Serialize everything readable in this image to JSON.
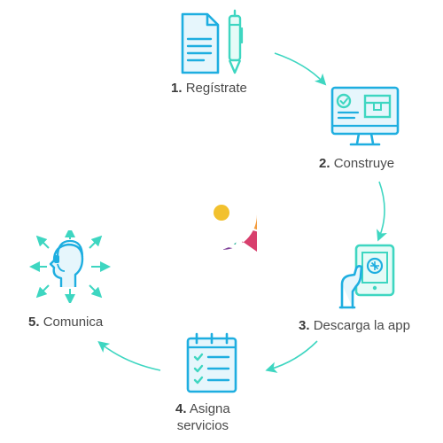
{
  "colors": {
    "primary": "#1eaee0",
    "accent": "#3ed6c1",
    "text": "#4a4a4a",
    "logo": [
      "#f2c12e",
      "#e94e3c",
      "#2e9bd6",
      "#8bc53f",
      "#7e3f98",
      "#f39c3d",
      "#2bb39a",
      "#d83f6d"
    ]
  },
  "steps": [
    {
      "num": "1.",
      "text": "Regístrate",
      "icon": "document-pen-icon"
    },
    {
      "num": "2.",
      "text": "Construye",
      "icon": "monitor-icon"
    },
    {
      "num": "3.",
      "text": "Descarga la app",
      "icon": "tablet-hand-icon"
    },
    {
      "num": "4.",
      "text": "Asigna",
      "text2": "servicios",
      "icon": "checklist-icon"
    },
    {
      "num": "5.",
      "text": "Comunica",
      "icon": "headset-person-icon"
    }
  ]
}
